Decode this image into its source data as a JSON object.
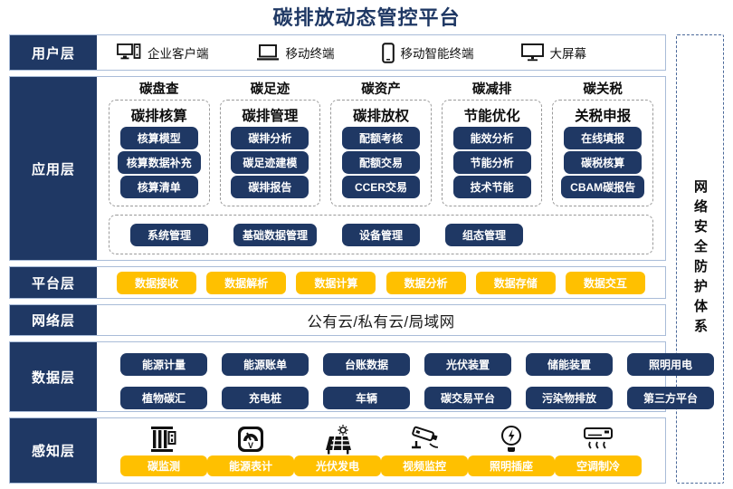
{
  "title": "碳排放动态管控平台",
  "security_sidebar": {
    "label": "网络安全防护体系"
  },
  "colors": {
    "navy": "#1f3864",
    "yellow": "#ffc000",
    "row_border": "#a9bcd8",
    "dashed_gray": "#9a9a9a",
    "security_border": "#4a6899"
  },
  "layers": {
    "user": {
      "label": "用户层",
      "items": [
        {
          "label": "企业客户端",
          "icon": "desktop-pc-icon"
        },
        {
          "label": "移动终端",
          "icon": "laptop-icon"
        },
        {
          "label": "移动智能终端",
          "icon": "smartphone-icon"
        },
        {
          "label": "大屏幕",
          "icon": "big-screen-icon"
        }
      ]
    },
    "app": {
      "label": "应用层",
      "columns": [
        {
          "header": "碳盘查",
          "title": "碳排核算",
          "buttons": [
            "核算模型",
            "核算数据补充",
            "核算清单"
          ]
        },
        {
          "header": "碳足迹",
          "title": "碳排管理",
          "buttons": [
            "碳排分析",
            "碳足迹建模",
            "碳排报告"
          ]
        },
        {
          "header": "碳资产",
          "title": "碳排放权",
          "buttons": [
            "配额考核",
            "配额交易",
            "CCER交易"
          ]
        },
        {
          "header": "碳减排",
          "title": "节能优化",
          "buttons": [
            "能效分析",
            "节能分析",
            "技术节能"
          ]
        },
        {
          "header": "碳关税",
          "title": "关税申报",
          "buttons": [
            "在线填报",
            "碳税核算",
            "CBAM碳报告"
          ]
        }
      ],
      "common_buttons": [
        "系统管理",
        "基础数据管理",
        "设备管理",
        "组态管理"
      ]
    },
    "platform": {
      "label": "平台层",
      "buttons": [
        "数据接收",
        "数据解析",
        "数据计算",
        "数据分析",
        "数据存储",
        "数据交互"
      ]
    },
    "network": {
      "label": "网络层",
      "text": "公有云/私有云/局域网"
    },
    "data": {
      "label": "数据层",
      "rows": [
        [
          "能源计量",
          "能源账单",
          "台账数据",
          "光伏装置",
          "储能装置",
          "照明用电"
        ],
        [
          "植物碳汇",
          "充电桩",
          "车辆",
          "碳交易平台",
          "污染物排放",
          "第三方平台"
        ]
      ]
    },
    "perception": {
      "label": "感知层",
      "items": [
        {
          "label": "碳监测",
          "icon": "carbon-monitor-icon"
        },
        {
          "label": "能源表计",
          "icon": "energy-meter-icon"
        },
        {
          "label": "光伏发电",
          "icon": "solar-panel-icon"
        },
        {
          "label": "视频监控",
          "icon": "cctv-camera-icon"
        },
        {
          "label": "照明插座",
          "icon": "light-bulb-icon"
        },
        {
          "label": "空调制冷",
          "icon": "air-conditioner-icon"
        }
      ]
    }
  }
}
